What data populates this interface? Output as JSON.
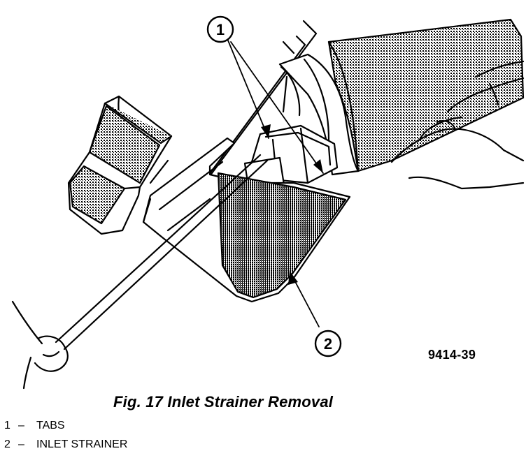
{
  "callouts": [
    {
      "number": "1",
      "target": "tabs"
    },
    {
      "number": "2",
      "target": "inlet-strainer"
    }
  ],
  "figure_id": "9414-39",
  "caption": "Fig. 17 Inlet Strainer Removal",
  "legend": [
    {
      "number": "1",
      "separator": "–",
      "label": "TABS"
    },
    {
      "number": "2",
      "separator": "–",
      "label": "INLET STRAINER"
    }
  ],
  "colors": {
    "ink": "#000000",
    "paper": "#ffffff",
    "shade": "#8a8a8a"
  }
}
